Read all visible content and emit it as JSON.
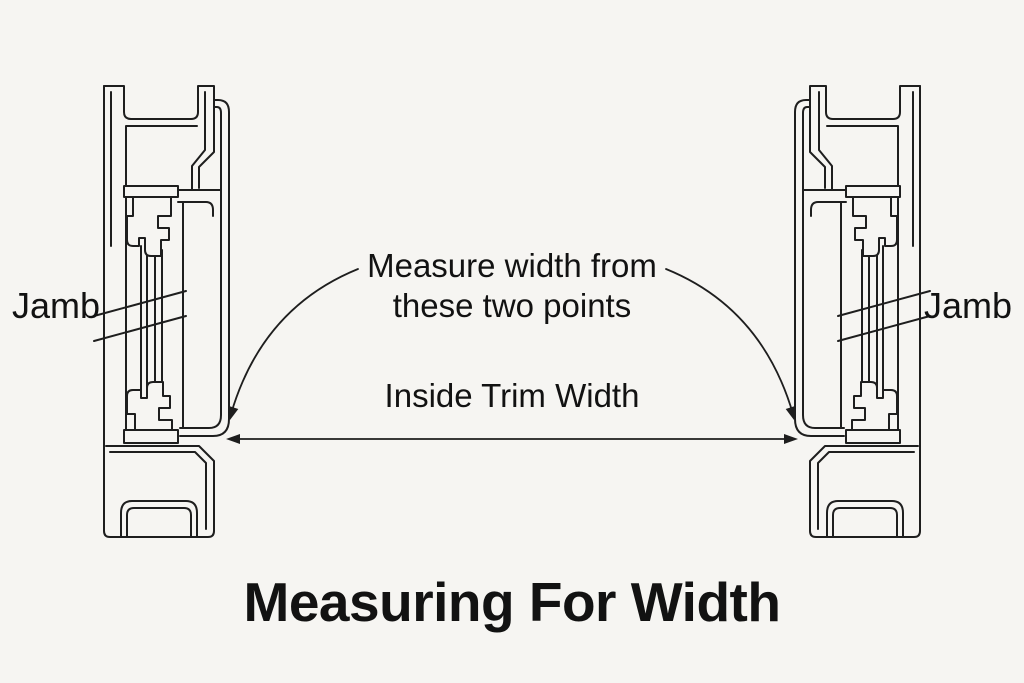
{
  "diagram": {
    "labels": {
      "jamb_left": "Jamb",
      "jamb_right": "Jamb",
      "note_line1": "Measure width from",
      "note_line2": "these two points",
      "dimension": "Inside Trim Width",
      "title": "Measuring For Width"
    },
    "colors": {
      "background": "#f6f5f2",
      "line": "#1e1e1e",
      "text": "#121212"
    }
  }
}
